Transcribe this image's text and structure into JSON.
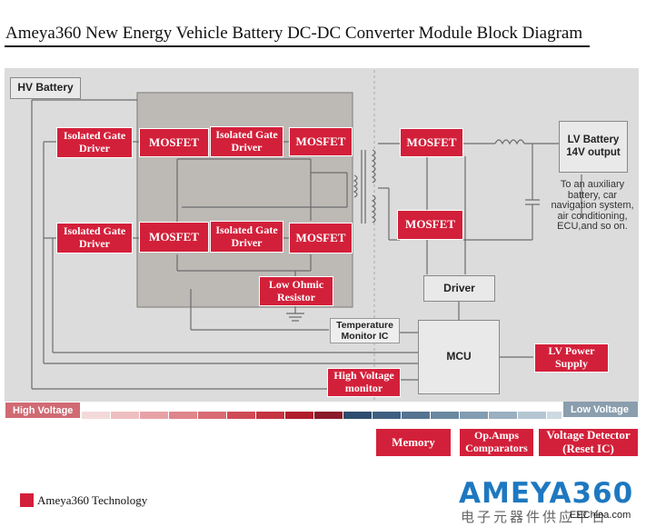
{
  "title": "Ameya360 New Energy Vehicle Battery DC-DC Converter Module Block Diagram",
  "blocks": {
    "hv_battery": "HV Battery",
    "gate_driver_1": "Isolated Gate Driver",
    "gate_driver_2": "Isolated Gate Driver",
    "gate_driver_3": "Isolated Gate Driver",
    "gate_driver_4": "Isolated Gate Driver",
    "mosfet": "MOSFET",
    "low_ohmic_resistor": "Low Ohmic Resistor",
    "temperature_monitor": "Temperature Monitor IC",
    "high_voltage_monitor": "High Voltage monitor",
    "driver": "Driver",
    "mcu": "MCU",
    "lv_power_supply": "LV Power Supply",
    "lv_battery": "LV Battery 14V output",
    "lv_note": "To an auxiliary battery, car navigation system, air conditioning, ECU,and so on."
  },
  "zones": {
    "high_voltage": "High Voltage",
    "low_voltage": "Low Voltage"
  },
  "bottom_blocks": {
    "memory": "Memory",
    "opamps": "Op.Amps Comparators",
    "voltage_detector": "Voltage Detector (Reset IC)"
  },
  "legend": {
    "label": "Ameya360 Technology",
    "color": "#d3203a"
  },
  "brand": {
    "logo": "AMEYA360",
    "subtitle": "电子元器件供应平台",
    "watermark": "EEChina.com"
  },
  "colors": {
    "accent_red": "#d3203a",
    "panel_gray": "#dcdcdc",
    "hv_zone": "#d06a73",
    "lv_zone": "#8a9eae",
    "logo_blue": "#1e78c0"
  }
}
